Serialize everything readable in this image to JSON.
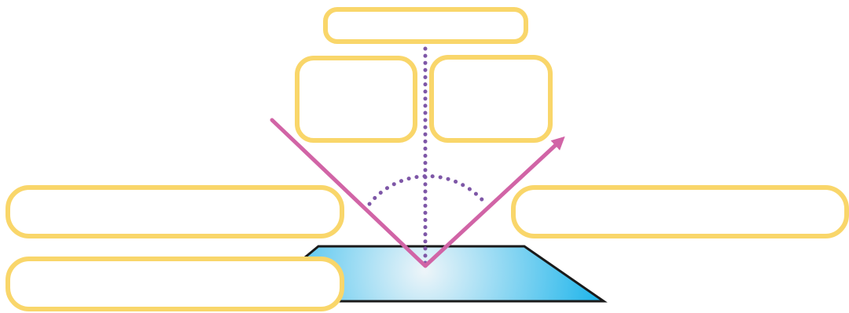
{
  "colors": {
    "label_border": "#f9d66a",
    "ray": "#d164a6",
    "normal_line": "#7e57a7",
    "mirror_center": "#eef5f9",
    "mirror_edge": "#12b1ea",
    "mirror_outline": "#1a1a1a"
  },
  "icons": {
    "incident_ray": "straight-line",
    "reflected_ray": "arrow-head",
    "normal": "dotted-line",
    "angle": "dotted-arc"
  },
  "labels": {
    "top": "",
    "upper_left": "",
    "upper_right": "",
    "mid_left": "",
    "mid_right": "",
    "bottom_left": ""
  }
}
